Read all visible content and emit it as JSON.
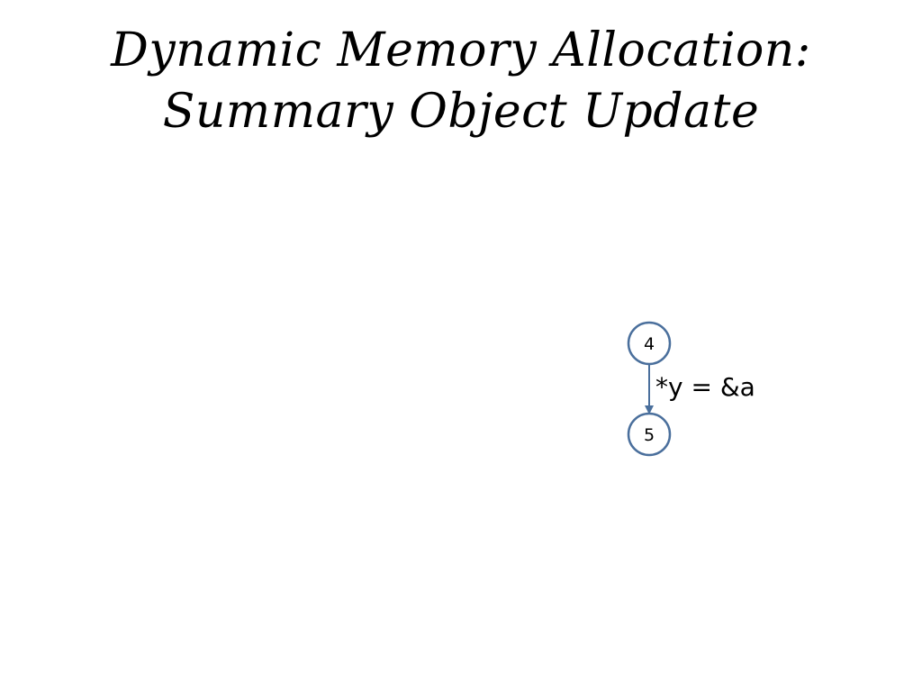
{
  "slide": {
    "title_line1": "Dynamic Memory Allocation:",
    "title_line2": "Summary Object Update"
  },
  "diagram": {
    "nodes": [
      {
        "id": "4",
        "label": "4"
      },
      {
        "id": "5",
        "label": "5"
      }
    ],
    "edges": [
      {
        "from": "4",
        "to": "5",
        "label": "*y = &a"
      }
    ],
    "colors": {
      "node_stroke": "#4a6f9c",
      "edge_stroke": "#4a6f9c",
      "text": "#000000"
    }
  }
}
